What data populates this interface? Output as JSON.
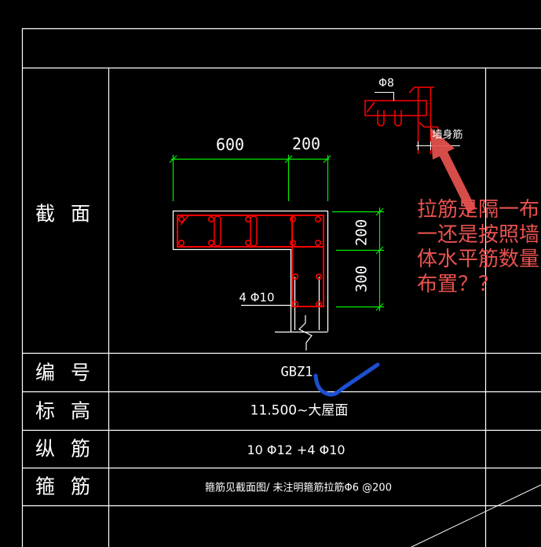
{
  "colors": {
    "background": "#000000",
    "line": "#ffffff",
    "dimension": "#00f000",
    "rebar": "#ff0000",
    "annotation": "#e8524e",
    "bluemark": "#1d4fd1"
  },
  "table": {
    "section_label": "截 面",
    "rows": [
      {
        "label": "编 号",
        "value": "GBZ1"
      },
      {
        "label": "标 高",
        "value": "11.500~大屋面"
      },
      {
        "label": "纵 筋",
        "value": "10 Φ12 +4 Φ10"
      },
      {
        "label": "箍 筋",
        "value": "箍筋见截面图/ 未注明箍筋拉筋Φ6 @200"
      }
    ]
  },
  "section_view": {
    "dim_top_left": "600",
    "dim_top_right": "200",
    "dim_right_top": "200",
    "dim_right_bottom": "300",
    "bars_label": "4 Φ10"
  },
  "detail_view": {
    "dia_label": "Φ8",
    "wall_rebar_label": "墙身筋"
  },
  "annotation": {
    "lines": [
      "拉筋是隔一布",
      "一还是按照墙",
      "体水平筋数量",
      "布置？？"
    ]
  }
}
